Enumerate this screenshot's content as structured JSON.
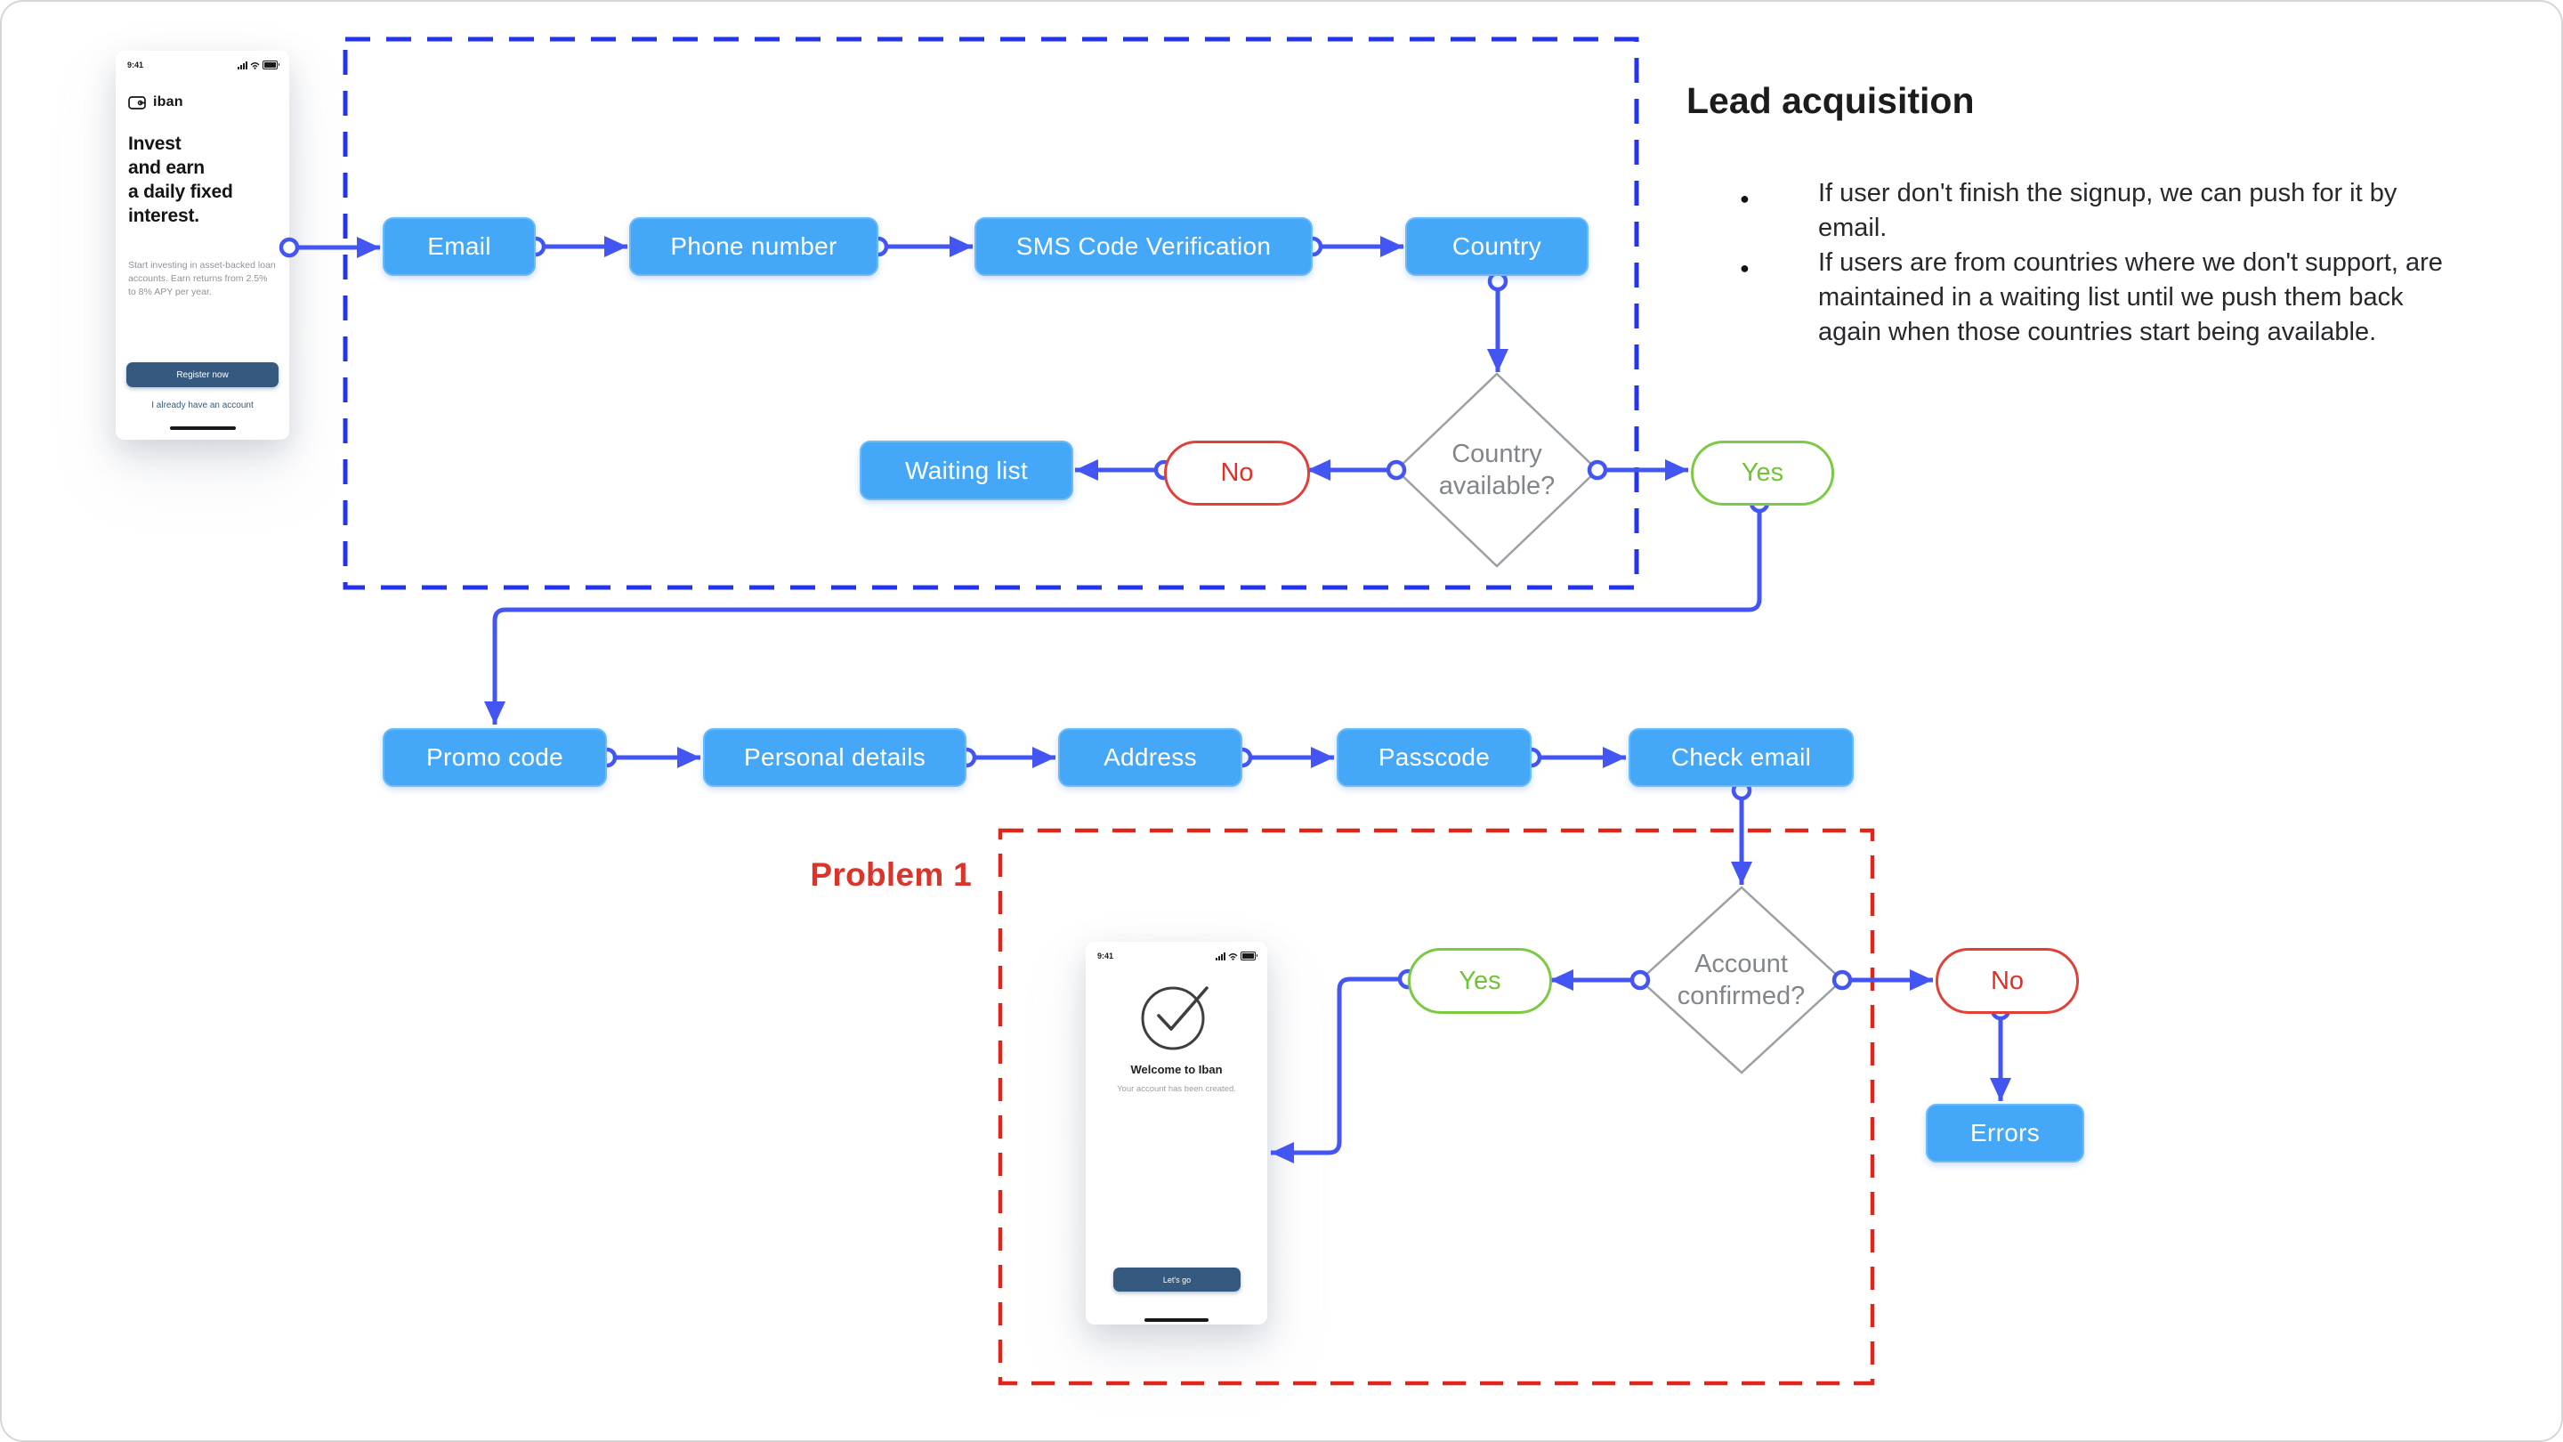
{
  "colors": {
    "node_blue": "#45A7F7",
    "connector_blue": "#4355F2",
    "dashed_blue": "#2433EE",
    "dashed_red": "#E0251B",
    "yes_green": "#7CC944",
    "no_red": "#E04038",
    "navy": "#35597F",
    "diamond_gray": "#9AA0A6"
  },
  "phone1": {
    "status_time": "9:41",
    "brand": "iban",
    "headline": "Invest\nand earn\na daily fixed\ninterest.",
    "subtitle": "Start investing in asset-backed loan accounts. Earn returns from 2.5% to 8% APY per year.",
    "register_button": "Register now",
    "signin_link": "I already have an account"
  },
  "phone2": {
    "status_time": "9:41",
    "title": "Welcome to Iban",
    "subtitle": "Your account has been created.",
    "button": "Let's go"
  },
  "lead": {
    "title": "Lead acquisition",
    "bullets": [
      "If user don't finish the signup, we can push for it by email.",
      "If users are from countries where we don't support, are maintained in a waiting list until we push them back again when those countries start being available."
    ]
  },
  "flow": {
    "row1": [
      "Email",
      "Phone number",
      "SMS Code Verification",
      "Country"
    ],
    "decision1": {
      "question": "Country available?",
      "yes": "Yes",
      "no": "No"
    },
    "waiting_list": "Waiting list",
    "row2": [
      "Promo code",
      "Personal details",
      "Address",
      "Passcode",
      "Check email"
    ],
    "decision2": {
      "question": "Account confirmed?",
      "yes": "Yes",
      "no": "No"
    },
    "errors": "Errors",
    "problem_label": "Problem 1"
  }
}
